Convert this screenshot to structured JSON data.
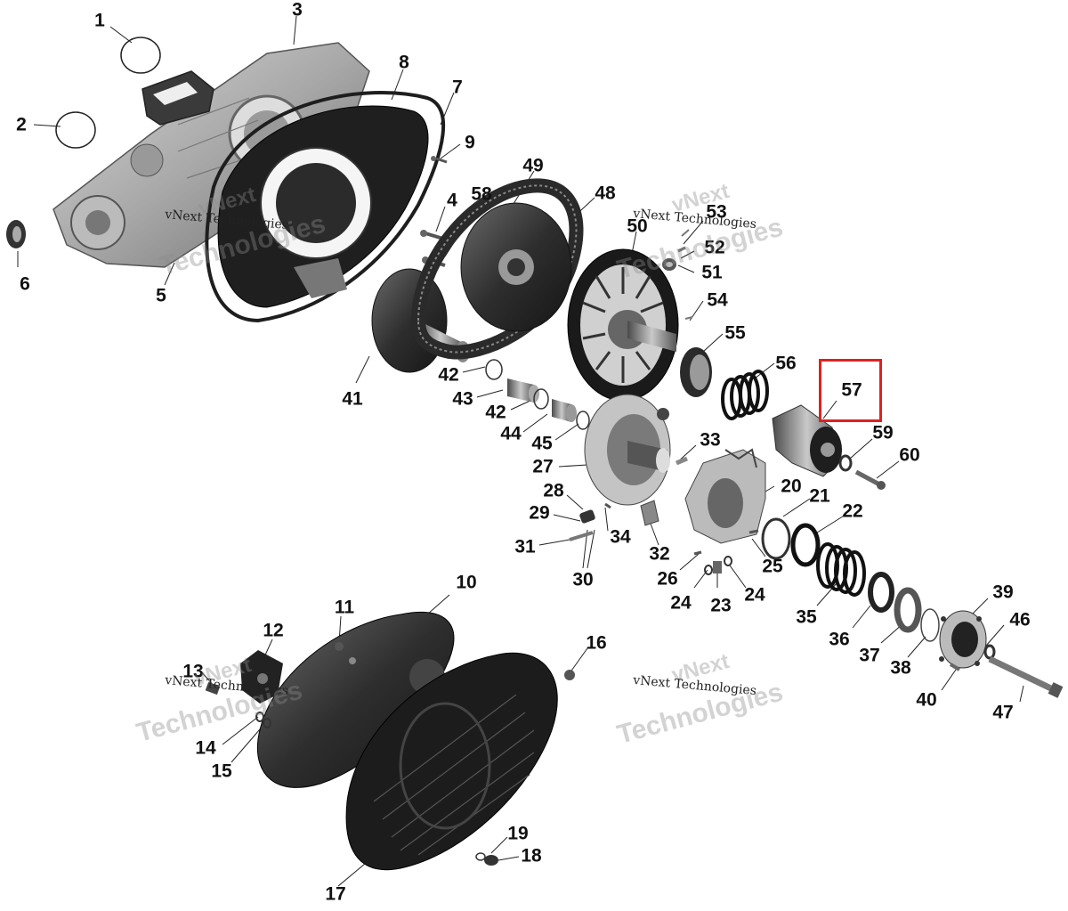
{
  "diagram": {
    "highlight_color": "#e02020",
    "highlighted_part": "57",
    "callouts": {
      "c1": "1",
      "c2": "2",
      "c3": "3",
      "c4": "4",
      "c5": "5",
      "c6": "6",
      "c7": "7",
      "c8": "8",
      "c9": "9",
      "c10": "10",
      "c11": "11",
      "c12": "12",
      "c13": "13",
      "c14": "14",
      "c15": "15",
      "c16": "16",
      "c17": "17",
      "c18": "18",
      "c19": "19",
      "c20": "20",
      "c21": "21",
      "c22": "22",
      "c23": "23",
      "c24a": "24",
      "c24b": "24",
      "c25": "25",
      "c26": "26",
      "c27": "27",
      "c28": "28",
      "c29": "29",
      "c30": "30",
      "c31": "31",
      "c32": "32",
      "c33": "33",
      "c34": "34",
      "c35": "35",
      "c36": "36",
      "c37": "37",
      "c38": "38",
      "c39": "39",
      "c40": "40",
      "c41": "41",
      "c42a": "42",
      "c42b": "42",
      "c43": "43",
      "c44": "44",
      "c45": "45",
      "c46": "46",
      "c47": "47",
      "c48": "48",
      "c49": "49",
      "c50": "50",
      "c51": "51",
      "c52": "52",
      "c53": "53",
      "c54": "54",
      "c55": "55",
      "c56": "56",
      "c57": "57",
      "c58": "58",
      "c59": "59",
      "c60": "60"
    },
    "watermark": {
      "brand_short": "vNext",
      "company": "vNext Technologies",
      "technologies": "Technologies"
    }
  }
}
